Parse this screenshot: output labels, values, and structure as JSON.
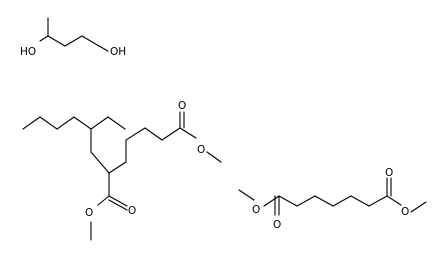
{
  "molecules": [
    {
      "labels": [
        "HO",
        "OH"
      ]
    },
    {
      "labels": [
        "O",
        "O",
        "O",
        "O"
      ]
    },
    {
      "labels": [
        "O",
        "O",
        "O",
        "O"
      ]
    }
  ]
}
